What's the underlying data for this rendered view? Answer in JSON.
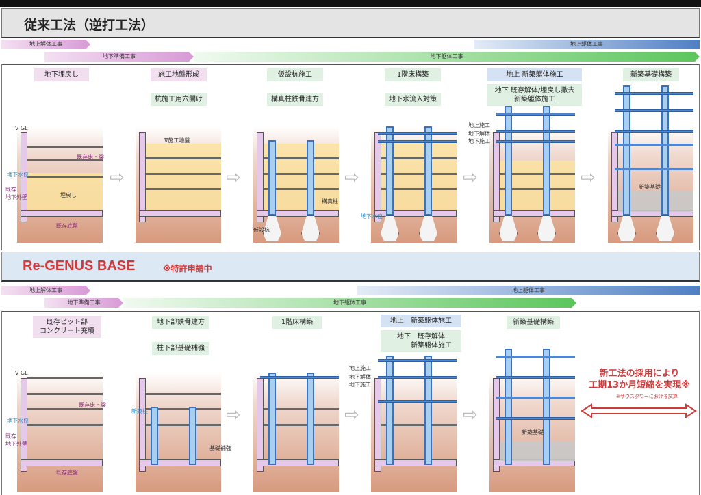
{
  "conventional": {
    "title": "従来工法（逆打工法）",
    "gantt": {
      "above_demolition": "地上解体工事",
      "above_frame": "地上躯体工事",
      "below_prep": "地下準備工事",
      "below_frame": "地下躯体工事"
    },
    "steps": [
      {
        "labels": [
          "地下埋戻し"
        ],
        "notes": {
          "gl": "∇ GL",
          "floor": "既存床・梁",
          "water": "地下水位",
          "wall": "既存\n地下外壁",
          "backfill": "埋戻し",
          "slab": "既存底盤"
        }
      },
      {
        "labels": [
          "施工地盤形成",
          "杭施工用穴開け"
        ],
        "notes": {
          "ground": "∇施工地盤"
        }
      },
      {
        "labels": [
          "仮設杭施工",
          "構真柱鉄骨建方"
        ],
        "notes": {
          "column": "構真柱",
          "pile": "仮設杭"
        }
      },
      {
        "labels": [
          "1階床構築",
          "地下水流入対策"
        ],
        "notes": {
          "water": "地下水位"
        }
      },
      {
        "labels": [
          "地上 新築躯体施工",
          "地下 既存解体/埋戻し撤去\n新築躯体施工"
        ],
        "notes": {
          "above": "地上施工",
          "below": "地下解体\n地下施工"
        }
      },
      {
        "labels": [
          "新築基礎構築"
        ],
        "notes": {
          "foundation": "新築基礎"
        }
      }
    ]
  },
  "regenus": {
    "title": "Re-GENUS BASE",
    "patent": "※特許申請中",
    "gantt": {
      "above_demolition": "地上解体工事",
      "above_frame": "地上躯体工事",
      "below_prep": "地下準備工事",
      "below_frame": "地下躯体工事"
    },
    "steps": [
      {
        "labels": [
          "既存ピット部\nコンクリート充填"
        ],
        "notes": {
          "gl": "∇ GL",
          "floor": "既存床・梁",
          "water": "地下水位",
          "wall": "既存\n地下外壁",
          "slab": "既存底盤"
        }
      },
      {
        "labels": [
          "地下部鉄骨建方",
          "柱下部基礎補強"
        ],
        "notes": {
          "column": "新築柱",
          "reinforce": "基礎補強"
        }
      },
      {
        "labels": [
          "1階床構築"
        ],
        "notes": {}
      },
      {
        "labels": [
          "地上　新築躯体施工",
          "地下　既存解体\n　　　新築躯体施工"
        ],
        "notes": {
          "above": "地上施工",
          "below": "地下解体\n地下施工"
        }
      },
      {
        "labels": [
          "新築基礎構築"
        ],
        "notes": {
          "foundation": "新築基礎"
        }
      }
    ],
    "result": {
      "line1": "新工法の採用により",
      "line2": "工期13か月短縮を実現※",
      "note": "※サウスタワーにおける試算"
    }
  },
  "colors": {
    "accent_red": "#d23a3a",
    "pink": "#d79ad6",
    "green": "#5cc65c",
    "blue": "#4f7fc4"
  }
}
